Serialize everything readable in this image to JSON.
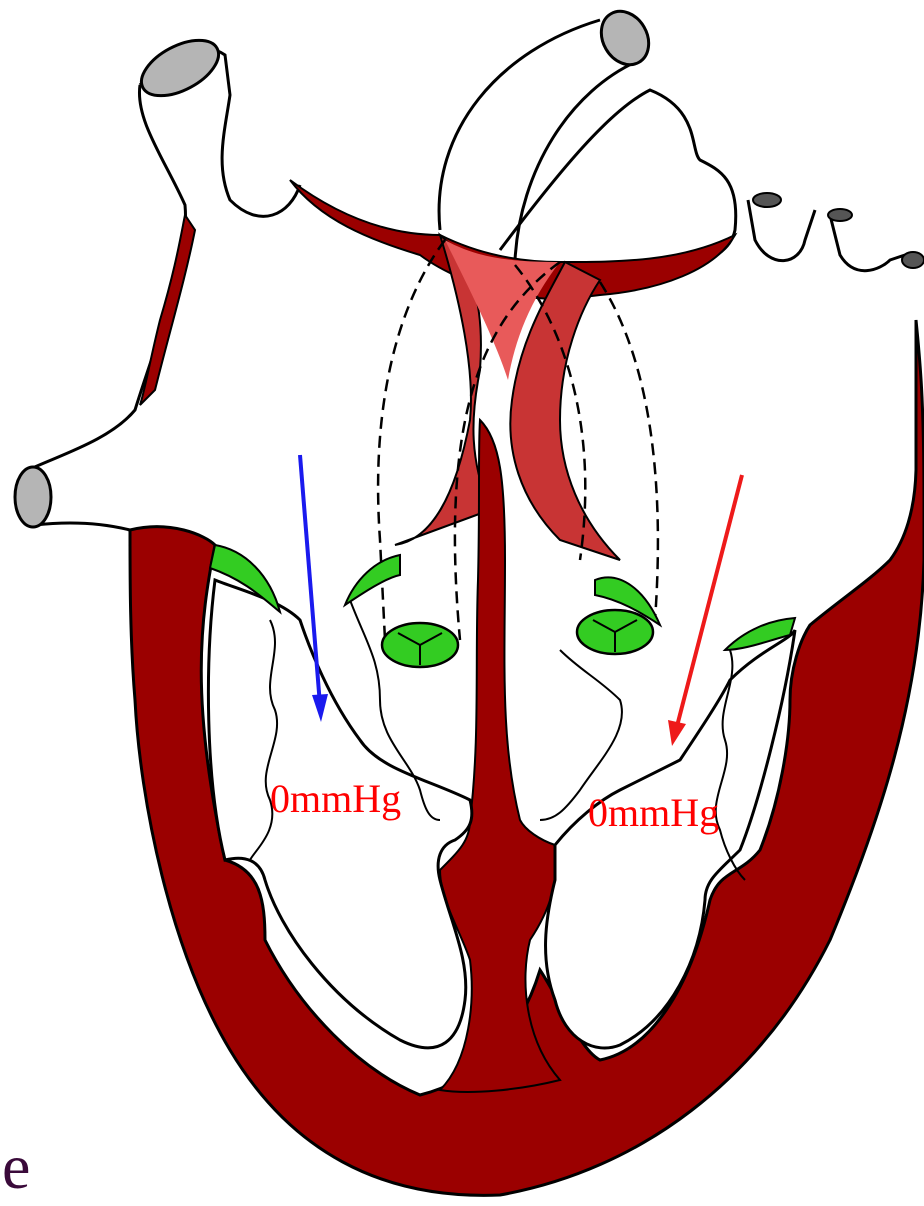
{
  "diagram": {
    "pressure_left_ventricle": "0mmHg",
    "pressure_right_ventricle": "0mmHg",
    "corner_letter": "e"
  },
  "colors": {
    "myocardium": "#9b0000",
    "septum_upper": "#c83434",
    "septum_overlay": "#e85a5a",
    "valve_leaflet": "#33cc22",
    "blood_flow_deoxygenated": "#1a1aee",
    "blood_flow_oxygenated": "#ee1a1a",
    "pressure_text": "#ff0000",
    "corner_letter": "#3a0a3a",
    "outline": "#000000",
    "vessel_opening": "#888888"
  }
}
